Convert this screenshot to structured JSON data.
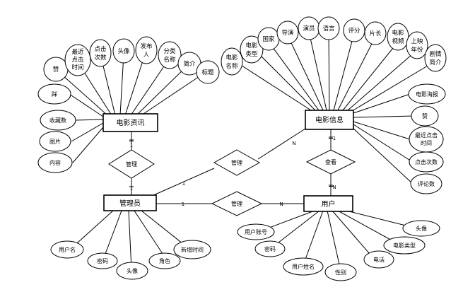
{
  "entities": {
    "news": "电影资讯",
    "movie": "电影信息",
    "admin": "管理员",
    "user": "用户"
  },
  "relations": {
    "admin_news": "管理",
    "admin_movie": "管理",
    "admin_user": "管理",
    "user_movie": "查看"
  },
  "cardinalities": {
    "news_top": "1",
    "news_bottom": "1",
    "admin_left": "1",
    "admin_right": "1",
    "movie_left": "N",
    "movie_bottom": "1",
    "user_left": "N",
    "user_top": "N"
  },
  "news_attrs": {
    "a1": "赞",
    "a2_l1": "最近",
    "a2_l2": "点击",
    "a2_l3": "时间",
    "a3_l1": "点击",
    "a3_l2": "次数",
    "a4": "头像",
    "a5_l1": "发布",
    "a5_l2": "人",
    "a6_l1": "分类",
    "a6_l2": "名称",
    "a7": "简介",
    "a8": "标题",
    "b1": "踩",
    "b2": "收藏数",
    "b3": "图片",
    "b4": "内容"
  },
  "movie_attrs": {
    "t1_l1": "电影",
    "t1_l2": "名称",
    "t2_l1": "电影",
    "t2_l2": "类型",
    "t3": "国家",
    "t4": "导演",
    "t5": "演员",
    "t6": "语言",
    "t7": "评分",
    "t8": "片长",
    "t9_l1": "电影",
    "t9_l2": "视频",
    "t10_l1": "上映",
    "t10_l2": "年份",
    "t11_l1": "剧情",
    "t11_l2": "简介",
    "r1": "电影海报",
    "r2": "赞",
    "r3_l1": "最近点击",
    "r3_l2": "时间",
    "r4": "点击次数",
    "r5": "评论数"
  },
  "admin_attrs": {
    "a1": "用户名",
    "a2": "密码",
    "a3": "头像",
    "a4": "角色",
    "a5": "新增时间"
  },
  "user_attrs": {
    "a1": "用户账号",
    "a2": "密码",
    "a3": "用户姓名",
    "a4": "性别",
    "a5": "电话",
    "a6": "电影类型",
    "a7": "头像"
  }
}
